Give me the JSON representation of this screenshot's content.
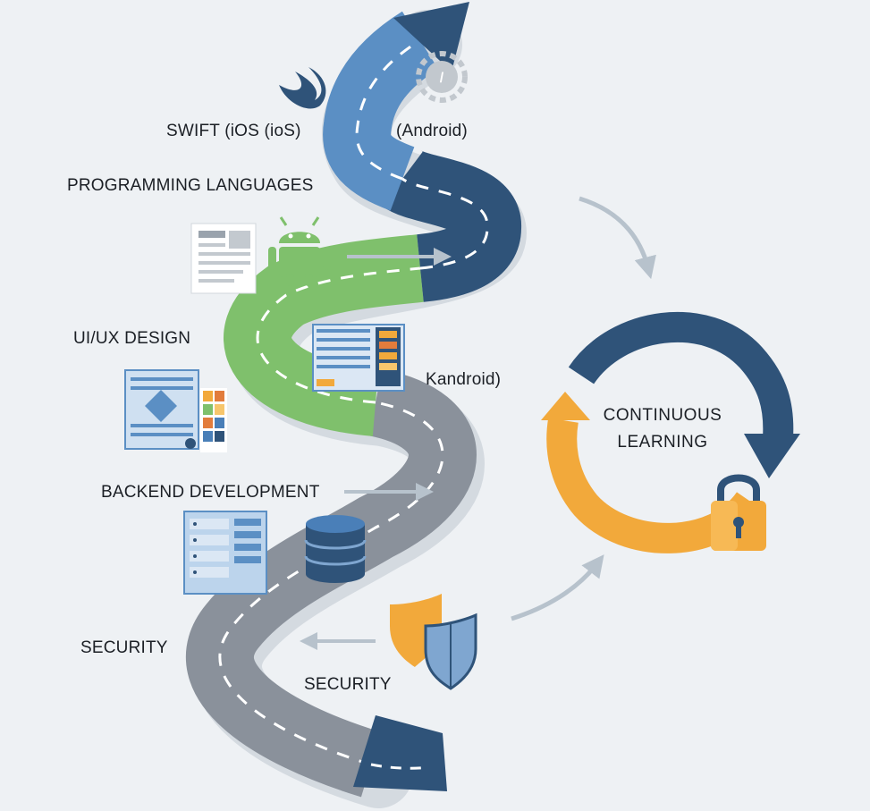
{
  "labels": {
    "swift": "SWIFT (iOS (ioS)",
    "android_top": "(Android)",
    "programming": "PROGRAMMING LANGUAGES",
    "uiux": "UI/UX DESIGN",
    "kandroid": "Kandroid)",
    "backend": "BACKEND DEVELOPMENT",
    "security_left": "SECURITY",
    "security_bottom": "SECURITY",
    "continuous_1": "CONTINUOUS",
    "continuous_2": "LEARNING"
  },
  "colors": {
    "road_light_blue": "#5b8fc4",
    "road_dark_blue": "#2f5379",
    "road_green": "#7fc06c",
    "road_gray": "#8a919b",
    "cycle_dark_blue": "#2f5379",
    "cycle_orange": "#f2a93b",
    "arrow_gray": "#b7c2cc"
  },
  "icons": [
    "swift-icon",
    "gear-code-icon",
    "document-icon",
    "android-icon",
    "ui-mockup-icon",
    "design-document-icon",
    "color-palette-icon",
    "server-icon",
    "database-icon",
    "shield-icon",
    "padlock-icon"
  ]
}
